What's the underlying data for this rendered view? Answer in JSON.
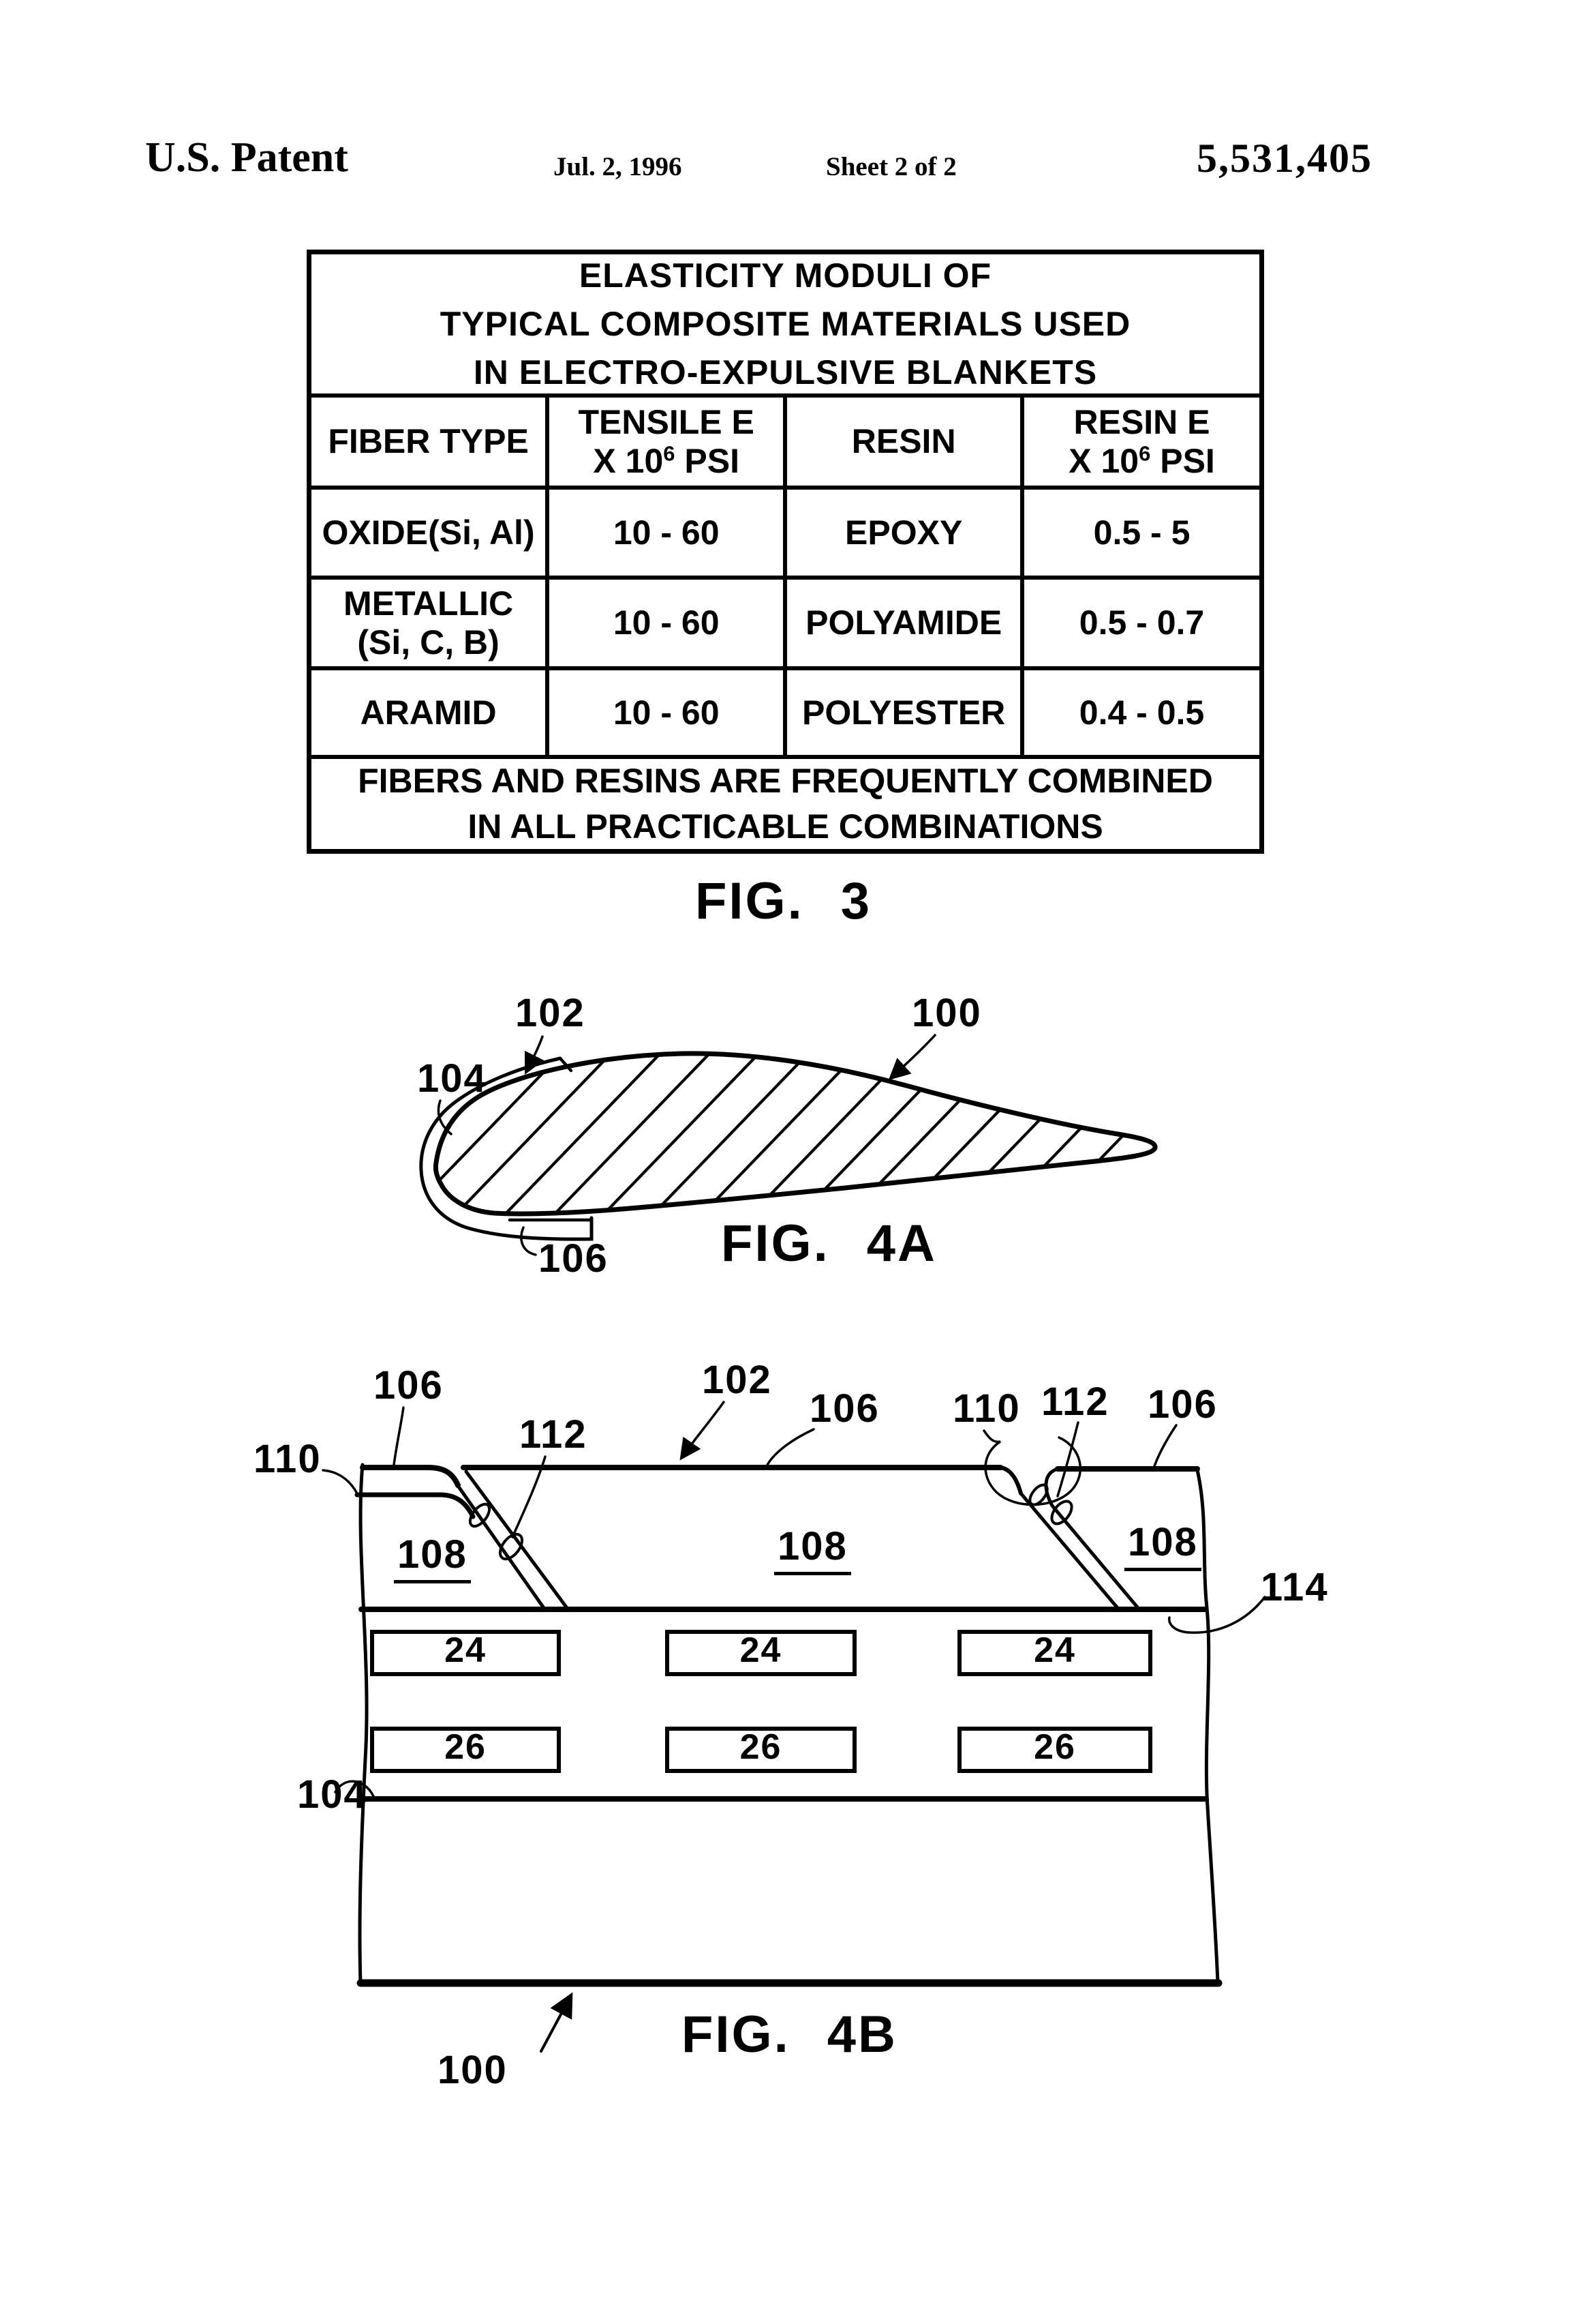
{
  "header": {
    "title": "U.S. Patent",
    "date": "Jul. 2, 1996",
    "sheet": "Sheet 2 of 2",
    "patent_number": "5,531,405"
  },
  "table": {
    "title_lines": [
      "ELASTICITY MODULI OF",
      "TYPICAL COMPOSITE MATERIALS USED",
      "IN ELECTRO-EXPULSIVE BLANKETS"
    ],
    "headers": {
      "fiber": "FIBER TYPE",
      "tensile_line1": "TENSILE E",
      "tensile_base": "X 10",
      "tensile_sup": "6",
      "tensile_unit": " PSI",
      "resin": "RESIN",
      "resin_e_line1": "RESIN E",
      "resin_e_base": "X 10",
      "resin_e_sup": "6",
      "resin_e_unit": " PSI"
    },
    "rows": [
      {
        "fiber_lines": [
          "OXIDE(Si, Al)"
        ],
        "tensile": "10 - 60",
        "resin": "EPOXY",
        "resin_e": "0.5 - 5"
      },
      {
        "fiber_lines": [
          "METALLIC",
          "(Si, C, B)"
        ],
        "tensile": "10 - 60",
        "resin": "POLYAMIDE",
        "resin_e": "0.5 - 0.7"
      },
      {
        "fiber_lines": [
          "ARAMID"
        ],
        "tensile": "10 - 60",
        "resin": "POLYESTER",
        "resin_e": "0.4 - 0.5"
      }
    ],
    "footer_lines": [
      "FIBERS AND RESINS ARE FREQUENTLY COMBINED",
      "IN ALL PRACTICABLE COMBINATIONS"
    ]
  },
  "fig3": {
    "caption_prefix": "FIG.",
    "caption_number": "3"
  },
  "fig4a": {
    "caption_prefix": "FIG.",
    "caption_number": "4A",
    "labels": {
      "blanket": "102",
      "airfoil": "100",
      "nose_layer": "104",
      "blanket_end": "106"
    }
  },
  "fig4b": {
    "caption_prefix": "FIG.",
    "caption_number": "4B",
    "labels": {
      "outer_skin_left": "110",
      "skin_seg_left": "106",
      "joint_left": "112",
      "skin": "102",
      "skin_seg_mid": "106",
      "outer_skin_right": "110",
      "joint_right": "112",
      "skin_seg_right": "106",
      "trailing_edge": "114",
      "panels": [
        "108",
        "108",
        "108"
      ],
      "conductors_upper": [
        "24",
        "24",
        "24"
      ],
      "conductors_lower": [
        "26",
        "26",
        "26"
      ],
      "inner_layer": "104",
      "structure": "100"
    }
  }
}
